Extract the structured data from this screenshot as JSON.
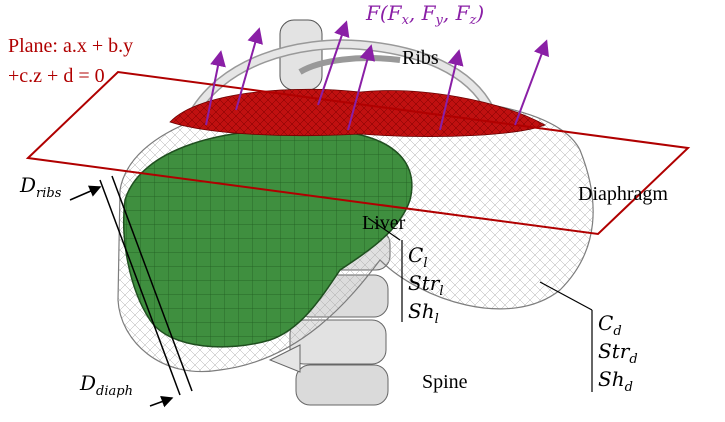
{
  "labels": {
    "plane_line1": "Plane: a.x + b.y",
    "plane_line2": "+c.z + d = 0",
    "force": "F(F",
    "force_parts": [
      "x",
      "y",
      "z"
    ],
    "ribs": "Ribs",
    "diaphragm": "Diaphragm",
    "liver": "Liver",
    "spine": "Spine",
    "d_ribs_base": "D",
    "d_ribs_sub": "ribs",
    "d_diaph_base": "D",
    "d_diaph_sub": "diaph"
  },
  "liver_params": [
    {
      "base": "C",
      "sub": "l"
    },
    {
      "base": "Str",
      "sub": "l"
    },
    {
      "base": "Sh",
      "sub": "l"
    }
  ],
  "diaph_params": [
    {
      "base": "C",
      "sub": "d"
    },
    {
      "base": "Str",
      "sub": "d"
    },
    {
      "base": "Sh",
      "sub": "d"
    }
  ],
  "colors": {
    "plane": "#b00000",
    "force_arrows": "#8a1fa6",
    "liver": "#2e8b2e",
    "diaphragm_mesh": "#bfbfbf",
    "bone": "#d9d9d9"
  }
}
